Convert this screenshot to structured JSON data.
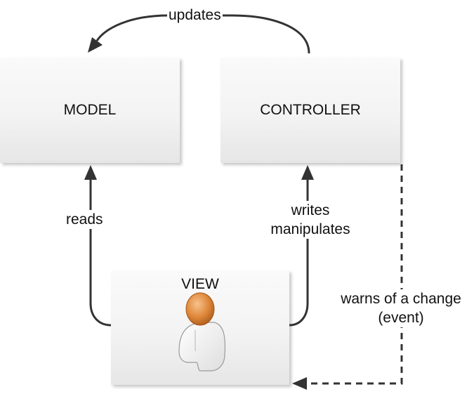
{
  "nodes": {
    "model": {
      "label": "MODEL"
    },
    "controller": {
      "label": "CONTROLLER"
    },
    "view": {
      "label": "VIEW"
    }
  },
  "edges": {
    "updates": {
      "label": "updates"
    },
    "reads": {
      "label": "reads"
    },
    "writes": {
      "line1": "writes",
      "line2": "manipulates"
    },
    "warns": {
      "line1": "warns of a change",
      "line2": "(event)"
    }
  },
  "colors": {
    "arrow": "#333333",
    "head_orange": "#e08a3c",
    "body_white": "#f7f7f7"
  },
  "icons": {
    "user": "user-icon"
  }
}
